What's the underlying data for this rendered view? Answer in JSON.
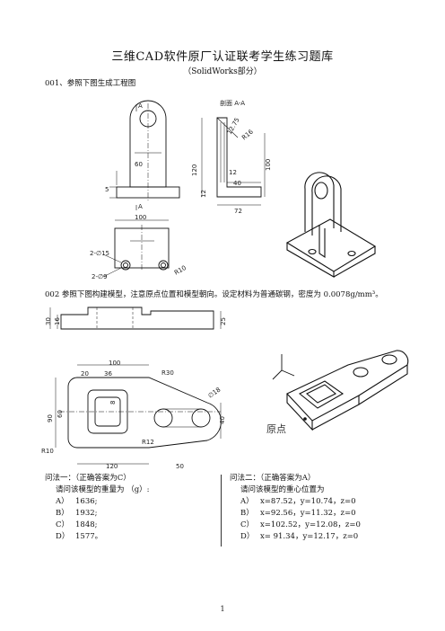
{
  "header": {
    "title": "三维CAD软件原厂认证联考学生练习题库",
    "subtitle": "（SolidWorks部分）"
  },
  "q1": {
    "prompt": "001、参照下图生成工程图",
    "dims": {
      "section_title": "剖面 A-A",
      "d60": "60",
      "d5": "5",
      "a_top": "A",
      "a_bot": "A",
      "d100_top": "100",
      "d2phi15": "2-∅15",
      "d2phi9": "2-∅9",
      "r10_plan": "R10",
      "r16": "R16",
      "d1275": "12.75",
      "d120": "120",
      "d100_right": "100",
      "d12": "12",
      "d40": "40",
      "d72": "72",
      "d12b": "12"
    }
  },
  "q2": {
    "prompt": "002  参照下图构建模型，注意原点位置和模型朝向。设定材料为普通碳钢，密度为 0.0078g/mm³。",
    "dims": {
      "d30": "30",
      "d16": "16",
      "d25": "25",
      "d100": "100",
      "d20": "20",
      "d36": "36",
      "r30": "R30",
      "phi18": "∅18",
      "d90": "90",
      "d60": "60",
      "d40": "40",
      "r12": "R12",
      "r10": "R10",
      "d120": "120",
      "d50": "50",
      "d8": "8"
    },
    "origin_label": "原点"
  },
  "answers": {
    "left": {
      "heading": "问法一：（正确答案为C）",
      "question": "请问该模型的重量为       （g）:",
      "options": [
        {
          "key": "A）",
          "text": "1636;"
        },
        {
          "key": "B）",
          "text": "1932;"
        },
        {
          "key": "C）",
          "text": "1848;"
        },
        {
          "key": "D）",
          "text": "1577。"
        }
      ]
    },
    "right": {
      "heading": "问法二：（正确答案为A）",
      "question": "请问该模型的重心位置为",
      "options": [
        {
          "key": "A）",
          "text": "x=87.52，y=10.74，z=0"
        },
        {
          "key": "B）",
          "text": "x=92.56，y=11.32，z=0"
        },
        {
          "key": "C）",
          "text": "x=102.52，y=12.08，z=0"
        },
        {
          "key": "D）",
          "text": "x= 91.34，y=12.17，z=0"
        }
      ]
    }
  },
  "footer": {
    "page": "1"
  }
}
